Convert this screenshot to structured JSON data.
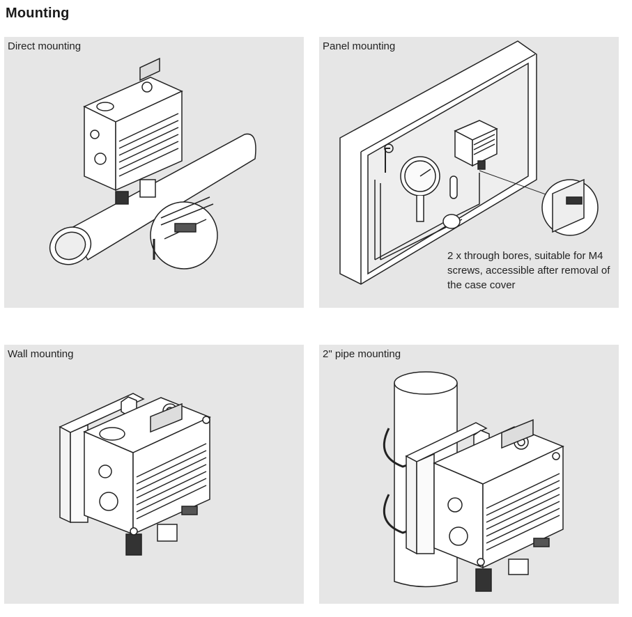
{
  "page": {
    "title": "Mounting"
  },
  "panels": [
    {
      "title": "Direct mounting"
    },
    {
      "title": "Panel mounting",
      "note": "2 x through bores, suitable for M4 screws, accessible after removal of the case cover"
    },
    {
      "title": "Wall mounting"
    },
    {
      "title": "2\" pipe mounting"
    }
  ],
  "colors": {
    "panel_background": "#e6e6e6",
    "line_art": "#222222",
    "device_fill": "#ffffff"
  }
}
